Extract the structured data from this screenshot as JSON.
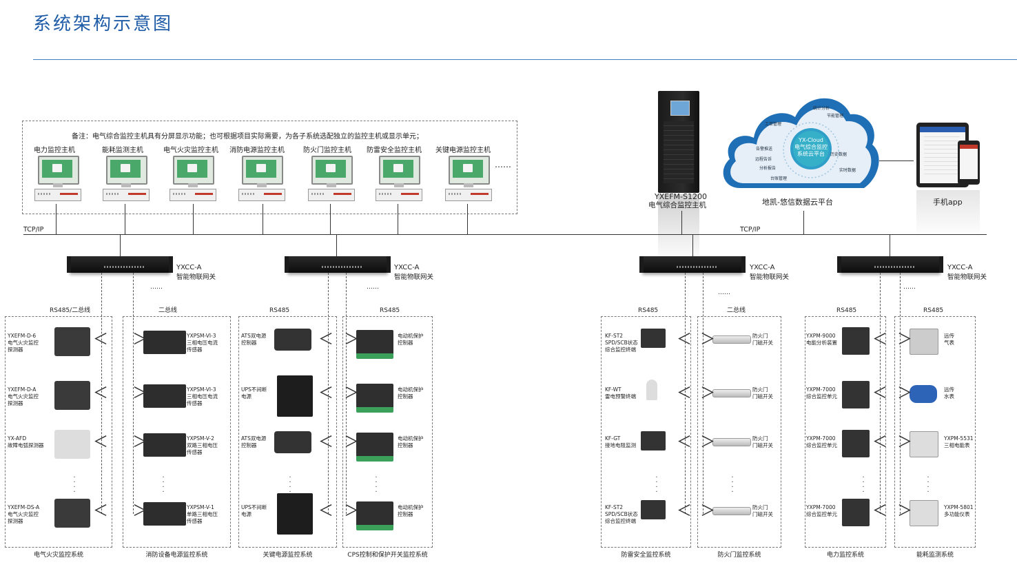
{
  "page": {
    "title": "系统架构示意图"
  },
  "top": {
    "note": "备注：电气综合监控主机具有分屏显示功能；也可根据项目实际需要，为各子系统选配独立的监控主机或显示单元；",
    "hosts": [
      "电力监控主机",
      "能耗监测主机",
      "电气火灾监控主机",
      "消防电源监控主机",
      "防火门监控主机",
      "防雷安全监控主机",
      "关键电源监控主机"
    ],
    "more": "……",
    "server_model": "YXEFM-S1200",
    "server_name": "电气综合监控主机",
    "cloud_center_lines": [
      "YX-Cloud",
      "电气综合监控",
      "系统云平台"
    ],
    "cloud_items": [
      "统计分析",
      "节能管理",
      "工单管理",
      "告警推送",
      "历史数据",
      "远程告诉",
      "分析报告",
      "实时数据",
      "台账管理"
    ],
    "cloud_caption": "地凯-悠信数据云平台",
    "app_caption": "手机app",
    "tcpip_left": "TCP/IP",
    "tcpip_right": "TCP/IP"
  },
  "gateways": [
    {
      "model": "YXCC-A",
      "name": "智能物联网关"
    },
    {
      "model": "YXCC-A",
      "name": "智能物联网关"
    },
    {
      "model": "YXCC-A",
      "name": "智能物联网关"
    },
    {
      "model": "YXCC-A",
      "name": "智能物联网关"
    }
  ],
  "gateway_more": "……",
  "subsystems": [
    {
      "bus": "RS485/二总线",
      "name": "电气火灾监控系统",
      "devices": [
        {
          "label": "YXEFM-D-6\n电气火灾监控\n探测器"
        },
        {
          "label": "YXEFM-D-A\n电气火灾监控\n探测器"
        },
        {
          "label": "YX-AFD\n故障电弧探测器"
        },
        {
          "label": "YXEFM-DS-A\n电气火灾监控\n探测器"
        }
      ]
    },
    {
      "bus": "二总线",
      "name": "消防设备电源监控系统",
      "devices": [
        {
          "label": "YXPSM-VI-3\n三相电压电流\n传感器"
        },
        {
          "label": "YXPSM-VI-3\n三相电压电流\n传感器"
        },
        {
          "label": "YXPSM-V-2\n双路三相电压\n传感器"
        },
        {
          "label": "YXPSM-V-1\n单路三相电压\n传感器"
        }
      ]
    },
    {
      "bus": "RS485",
      "name": "关键电源监控系统",
      "devices": [
        {
          "label": "ATS双电源\n控制器"
        },
        {
          "label": "UPS不间断\n电源"
        },
        {
          "label": "ATS双电源\n控制器"
        },
        {
          "label": "UPS不间断\n电源"
        }
      ]
    },
    {
      "bus": "RS485",
      "name": "CPS控制和保护开关监控系统",
      "devices": [
        {
          "label": "电动机保护\n控制器"
        },
        {
          "label": "电动机保护\n控制器"
        },
        {
          "label": "电动机保护\n控制器"
        },
        {
          "label": "电动机保护\n控制器"
        }
      ]
    },
    {
      "bus": "RS485",
      "name": "防雷安全监控系统",
      "devices": [
        {
          "label": "KF-ST2\nSPD/SCB状态\n综合监控终端"
        },
        {
          "label": "KF-WT\n雷电预警终端"
        },
        {
          "label": "KF-GT\n接地电阻监测"
        },
        {
          "label": "KF-ST2\nSPD/SCB状态\n综合监控终端"
        }
      ]
    },
    {
      "bus": "二总线",
      "name": "防火门监控系统",
      "devices": [
        {
          "label": "防火门\n门磁开关"
        },
        {
          "label": "防火门\n门磁开关"
        },
        {
          "label": "防火门\n门磁开关"
        },
        {
          "label": "防火门\n门磁开关"
        }
      ]
    },
    {
      "bus": "RS485",
      "name": "电力监控系统",
      "devices": [
        {
          "label": "YXPM-9000\n电能分析装置"
        },
        {
          "label": "YXPM-7000\n综合监控单元"
        },
        {
          "label": "YXPM-7000\n综合监控单元"
        },
        {
          "label": "YXPM-7000\n综合监控单元"
        }
      ]
    },
    {
      "bus": "RS485",
      "name": "能耗监测系统",
      "devices": [
        {
          "label": "远传\n气表"
        },
        {
          "label": "远传\n水表"
        },
        {
          "label": "YXPM-5531\n三相电能表"
        },
        {
          "label": "YXPM-5801\n多功能仪表"
        }
      ]
    }
  ],
  "colors": {
    "title": "#1f5ca8",
    "rule": "#3f7fbf",
    "cloud": "#1e6fb5",
    "screen": "#4aa86a"
  }
}
